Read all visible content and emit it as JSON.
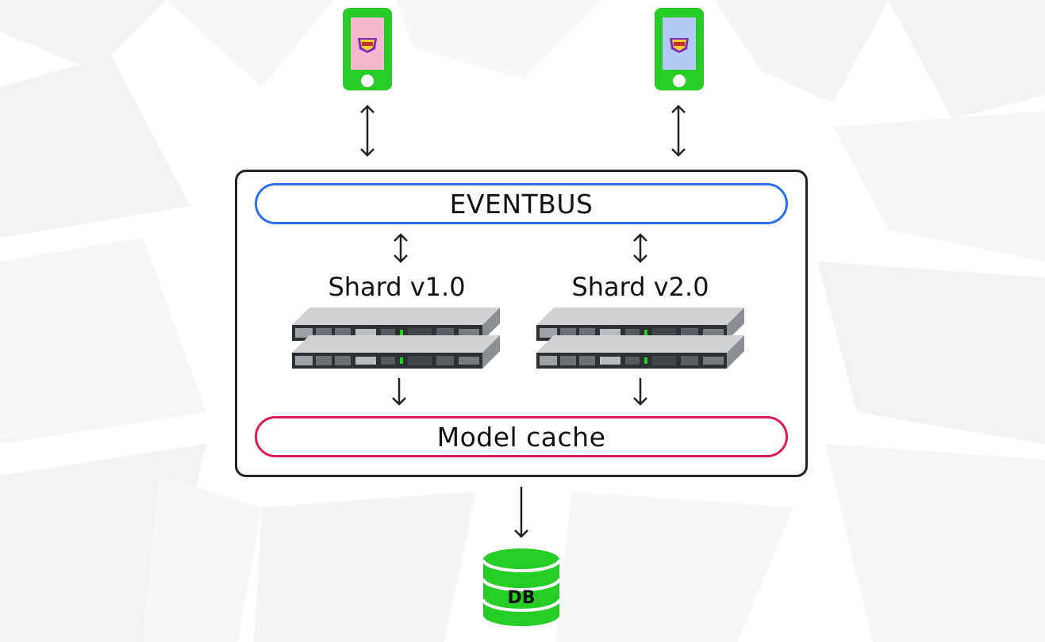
{
  "eventbus": {
    "label": "EVENTBUS"
  },
  "cache": {
    "label": "Model cache"
  },
  "shards": [
    {
      "label": "Shard v1.0"
    },
    {
      "label": "Shard v2.0"
    }
  ],
  "db": {
    "label": "DB"
  },
  "phones": [
    {
      "screen_color": "#f7b7cf",
      "app_icon": "royale-app-icon"
    },
    {
      "screen_color": "#b3c9f7",
      "app_icon": "royale-app-icon"
    }
  ],
  "colors": {
    "phone": "#27cc27",
    "db": "#27cc27",
    "eventbus_border": "#2f6ee8",
    "cache_border": "#d91b57",
    "container_border": "#222222"
  }
}
